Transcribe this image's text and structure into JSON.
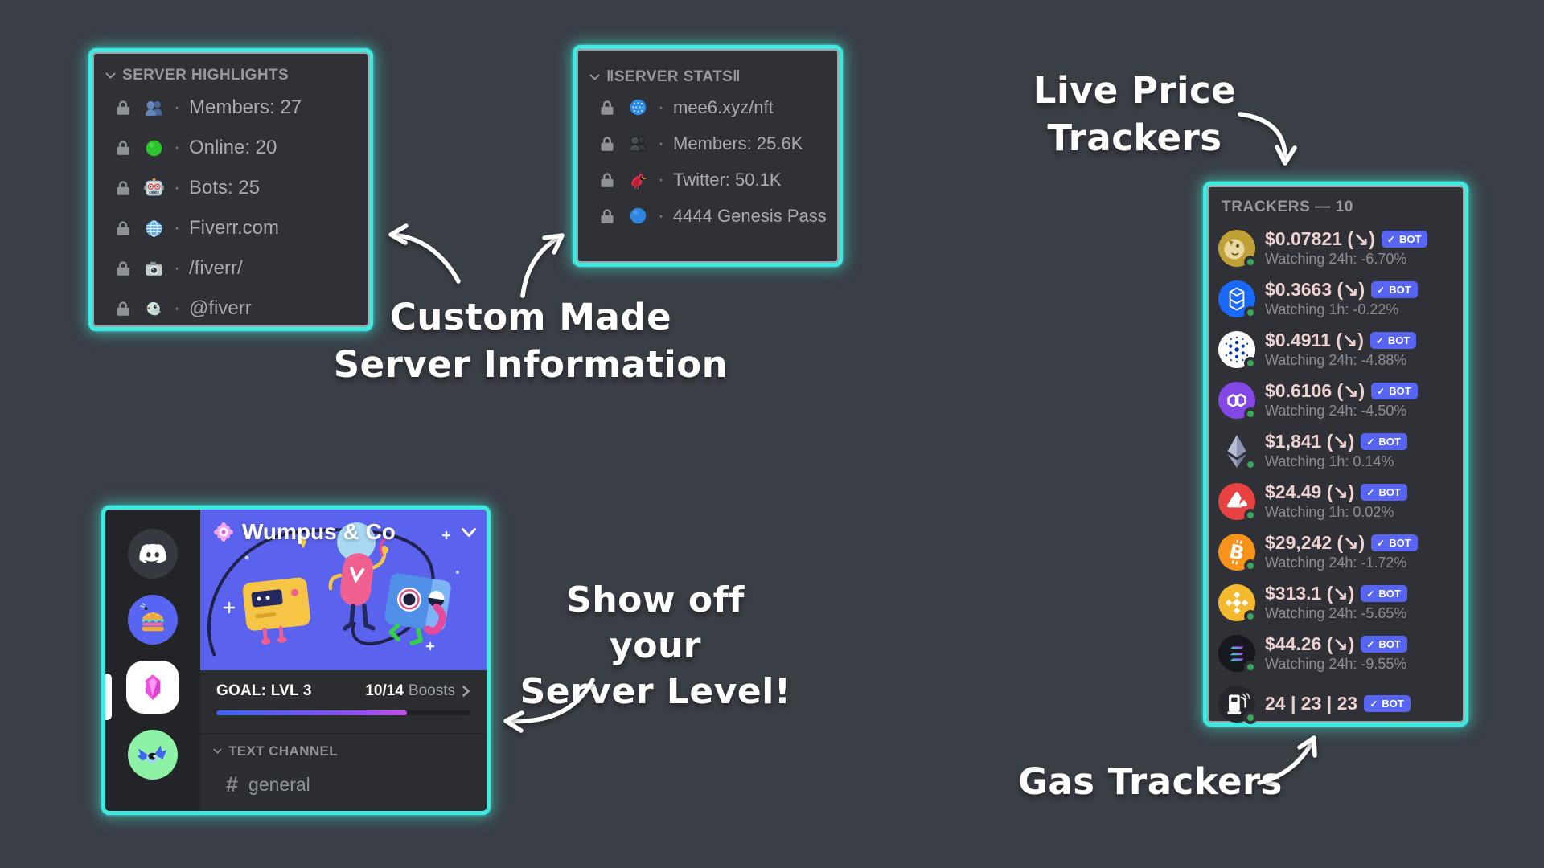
{
  "page": {
    "background": "#3a3e45",
    "accent_glow": "#3fe9df",
    "blurple": "#5865f2"
  },
  "annotations": {
    "custom_info_line1": "Custom Made",
    "custom_info_line2": "Server Information",
    "live_price_line1": "Live Price",
    "live_price_line2": "Trackers",
    "show_off_line1": "Show off your",
    "show_off_line2": "Server Level!",
    "gas_label": "Gas Trackers"
  },
  "highlights_panel": {
    "title": "SERVER HIGHLIGHTS",
    "separator": "·",
    "items": [
      {
        "icon": "two-members-icon",
        "label": "Members: 27"
      },
      {
        "icon": "green-circle-icon",
        "label": "Online: 20"
      },
      {
        "icon": "robot-icon",
        "label": "Bots: 25"
      },
      {
        "icon": "globe-icon",
        "label": "Fiverr.com"
      },
      {
        "icon": "camera-icon",
        "label": "/fiverr/"
      },
      {
        "icon": "bird-icon",
        "label": "@fiverr"
      }
    ]
  },
  "stats_panel": {
    "title": "‖SERVER STATS‖",
    "separator": "·",
    "items": [
      {
        "icon": "dotted-globe-icon",
        "label": "mee6.xyz/nft"
      },
      {
        "icon": "dark-members-icon",
        "label": "Members: 25.6K"
      },
      {
        "icon": "red-bird-icon",
        "label": "Twitter: 50.1K"
      },
      {
        "icon": "blue-circle-icon",
        "label": "4444 Genesis Pass"
      }
    ]
  },
  "trackers_panel": {
    "title": "TRACKERS — 10",
    "bot_check": "✓",
    "bot_label": "BOT",
    "badge_color": "#5865f2",
    "price_color": "#eed2d2",
    "online_dot_color": "#3ba55d",
    "rows": [
      {
        "coin": "dogecoin",
        "price": "$0.07821 (↘)",
        "watching": "Watching 24h: -6.70%"
      },
      {
        "coin": "fantom",
        "price": "$0.3663 (↘)",
        "watching": "Watching 1h: -0.22%"
      },
      {
        "coin": "cardano",
        "price": "$0.4911 (↘)",
        "watching": "Watching 24h: -4.88%"
      },
      {
        "coin": "polygon",
        "price": "$0.6106 (↘)",
        "watching": "Watching 24h: -4.50%"
      },
      {
        "coin": "ethereum",
        "price": "$1,841 (↘)",
        "watching": "Watching 1h: 0.14%"
      },
      {
        "coin": "avalanche",
        "price": "$24.49 (↘)",
        "watching": "Watching 1h: 0.02%"
      },
      {
        "coin": "bitcoin",
        "price": "$29,242 (↘)",
        "watching": "Watching 24h: -1.72%"
      },
      {
        "coin": "bnb",
        "price": "$313.1 (↘)",
        "watching": "Watching 24h: -5.65%"
      },
      {
        "coin": "solana",
        "price": "$44.26 (↘)",
        "watching": "Watching 24h: -9.55%"
      },
      {
        "coin": "gas-pump",
        "price": "24 | 23 | 23",
        "watching": ""
      }
    ]
  },
  "server_preview": {
    "name": "Wumpus & Co",
    "goal_label": "GOAL: LVL 3",
    "boost_progress": "10/14",
    "boost_word": "Boosts",
    "progress_pct": 75,
    "category_label": "TEXT CHANNEL",
    "channel_hash": "#",
    "channel_name": "general"
  }
}
